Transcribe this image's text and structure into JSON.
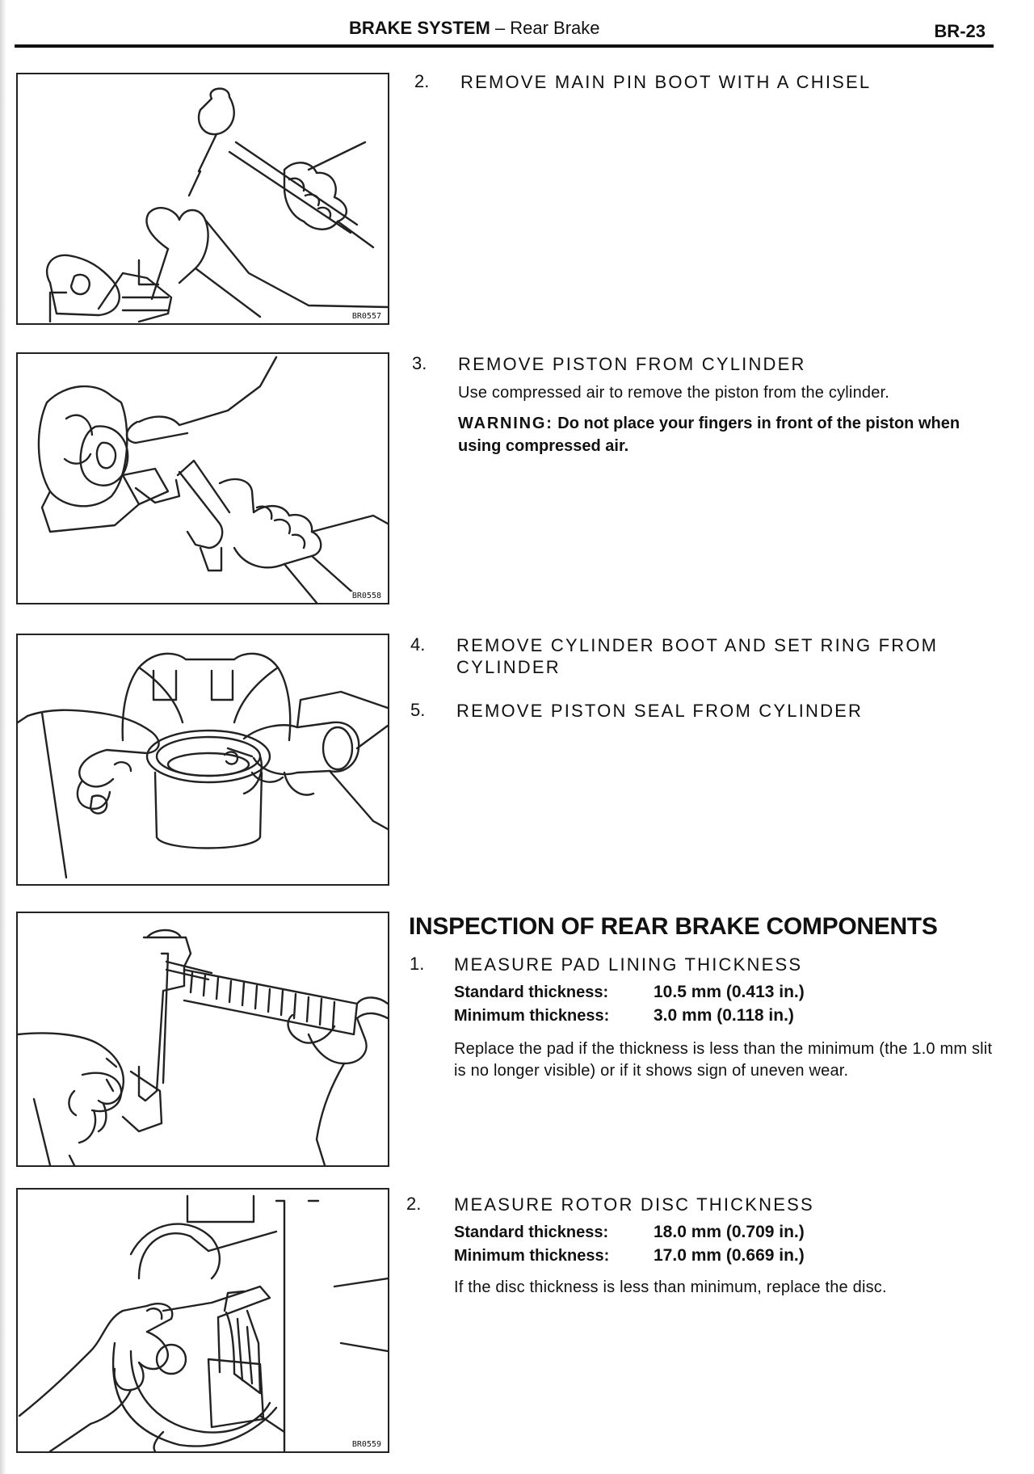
{
  "header": {
    "title_bold": "BRAKE SYSTEM",
    "title_rest": " – Rear Brake",
    "page_number": "BR-23"
  },
  "figures": [
    {
      "code": "BR0557",
      "icon": "hammer-chisel-illustration"
    },
    {
      "code": "BR0558",
      "icon": "compressed-air-gun-illustration"
    },
    {
      "code": "",
      "icon": "cylinder-boot-removal-illustration"
    },
    {
      "code": "",
      "icon": "vernier-caliper-pad-illustration"
    },
    {
      "code": "BR0559",
      "icon": "micrometer-rotor-illustration"
    }
  ],
  "steps": {
    "s2": {
      "num": "2.",
      "title": "REMOVE MAIN PIN BOOT WITH A CHISEL"
    },
    "s3": {
      "num": "3.",
      "title": "REMOVE PISTON FROM CYLINDER",
      "body": "Use compressed air to remove the piston from the cylinder.",
      "warning_label": "WARNING:",
      "warning_text": " Do not place your fingers in front of the piston when using compressed air."
    },
    "s4": {
      "num": "4.",
      "title": "REMOVE CYLINDER BOOT AND SET RING FROM CYLINDER"
    },
    "s5": {
      "num": "5.",
      "title": "REMOVE PISTON SEAL FROM CYLINDER"
    }
  },
  "inspection": {
    "heading": "INSPECTION OF REAR BRAKE COMPONENTS",
    "i1": {
      "num": "1.",
      "title": "MEASURE PAD LINING THICKNESS",
      "standard_label": "Standard thickness:",
      "standard_value": "10.5 mm (0.413 in.)",
      "minimum_label": "Minimum thickness:",
      "minimum_value": "3.0 mm (0.118 in.)",
      "body": "Replace the pad if the thickness is less than the minimum (the 1.0 mm slit is no longer visible) or if it shows sign of uneven wear."
    },
    "i2": {
      "num": "2.",
      "title": "MEASURE ROTOR DISC THICKNESS",
      "standard_label": "Standard thickness:",
      "standard_value": "18.0 mm (0.709 in.)",
      "minimum_label": "Minimum thickness:",
      "minimum_value": "17.0 mm (0.669 in.)",
      "body": "If the disc thickness is less than minimum, replace the disc."
    }
  }
}
